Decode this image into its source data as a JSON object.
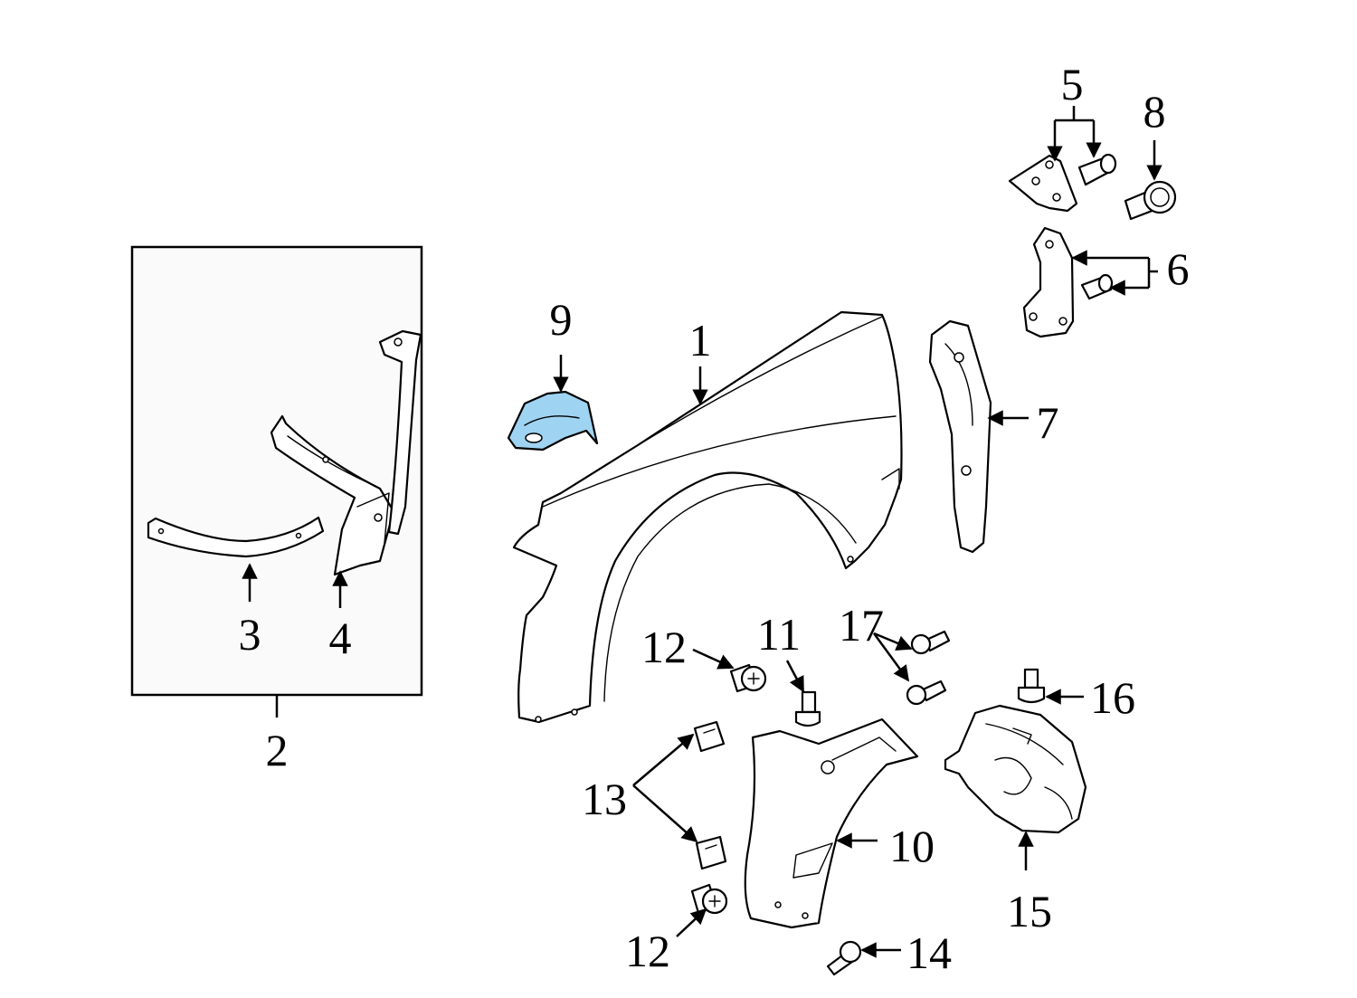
{
  "callouts": {
    "c1": "1",
    "c2": "2",
    "c3": "3",
    "c4": "4",
    "c5": "5",
    "c6": "6",
    "c7": "7",
    "c8": "8",
    "c9": "9",
    "c10": "10",
    "c11": "11",
    "c12a": "12",
    "c12b": "12",
    "c13": "13",
    "c14": "14",
    "c15": "15",
    "c16": "16",
    "c17": "17"
  },
  "colors": {
    "highlight": "#9fd3f2",
    "inset_bg": "#fafafa",
    "line": "#000000"
  }
}
